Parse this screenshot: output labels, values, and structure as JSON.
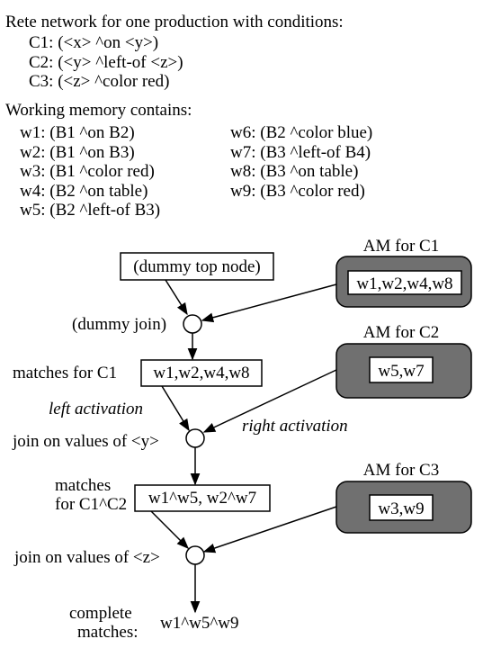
{
  "title": "Rete network for one production with conditions:",
  "conditions": [
    "C1: (<x> ^on <y>)",
    "C2: (<y> ^left-of <z>)",
    "C3: (<z> ^color red)"
  ],
  "wm_heading": "Working memory contains:",
  "wm_left": [
    "w1: (B1 ^on B2)",
    "w2: (B1 ^on B3)",
    "w3: (B1 ^color red)",
    "w4: (B2 ^on table)",
    "w5: (B2 ^left-of B3)"
  ],
  "wm_right": [
    "w6: (B2 ^color blue)",
    "w7: (B3 ^left-of B4)",
    "w8: (B3 ^on table)",
    "w9: (B3 ^color red)"
  ],
  "diagram": {
    "dummy_top": "(dummy top node)",
    "dummy_join": "(dummy join)",
    "matches_c1_label": "matches for C1",
    "matches_c1_value": "w1,w2,w4,w8",
    "left_activation": "left activation",
    "right_activation": "right activation",
    "join_y": "join on values of <y>",
    "matches_c1c2_label_1": "matches",
    "matches_c1c2_label_2": "for C1^C2",
    "matches_c1c2_value": "w1^w5, w2^w7",
    "join_z": "join on values of <z>",
    "complete_label_1": "complete",
    "complete_label_2": "matches:",
    "complete_value": "w1^w5^w9",
    "am": [
      {
        "title": "AM for C1",
        "value": "w1,w2,w4,w8"
      },
      {
        "title": "AM for C2",
        "value": "w5,w7"
      },
      {
        "title": "AM for C3",
        "value": "w3,w9"
      }
    ]
  },
  "colors": {
    "am_fill": "#707070",
    "ink": "#000000",
    "background": "#ffffff"
  }
}
